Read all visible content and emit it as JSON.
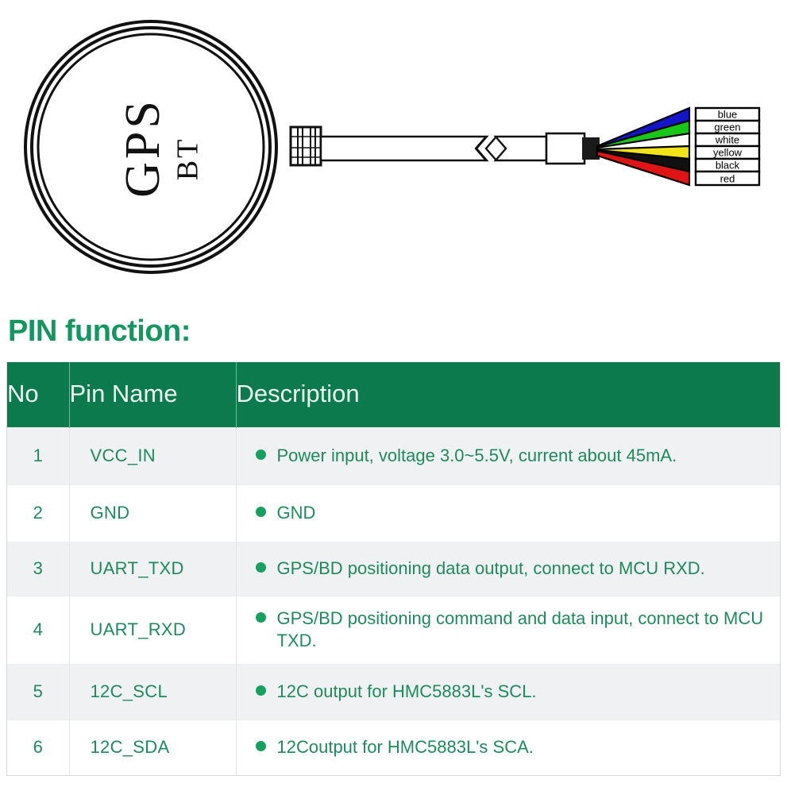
{
  "diagram": {
    "antenna_labels": [
      "GPS",
      "BT"
    ],
    "wires": [
      {
        "label": "blue",
        "color": "#1414c8"
      },
      {
        "label": "green",
        "color": "#18c818"
      },
      {
        "label": "white",
        "color": "#ffffff"
      },
      {
        "label": "yellow",
        "color": "#f2e21a"
      },
      {
        "label": "black",
        "color": "#111111"
      },
      {
        "label": "red",
        "color": "#e01414"
      }
    ]
  },
  "section": {
    "title": "PIN function:"
  },
  "colors": {
    "brand_green": "#0d7a4d",
    "title_green": "#149660",
    "pin_name_green": "#2a9167",
    "bullet_green": "#17a05f",
    "row_stripe": "#f0f1f2"
  },
  "table": {
    "headers": [
      "No",
      "Pin Name",
      "Description"
    ],
    "rows": [
      {
        "no": "1",
        "pin_name": "VCC_IN",
        "description": "Power input, voltage 3.0~5.5V, current about 45mA."
      },
      {
        "no": "2",
        "pin_name": "GND",
        "description": "GND"
      },
      {
        "no": "3",
        "pin_name": "UART_TXD",
        "description": "GPS/BD positioning data output, connect to MCU RXD."
      },
      {
        "no": "4",
        "pin_name": "UART_RXD",
        "description": "GPS/BD positioning command and data input, connect to MCU TXD."
      },
      {
        "no": "5",
        "pin_name": "12C_SCL",
        "description": "12C output for HMC5883L's SCL."
      },
      {
        "no": "6",
        "pin_name": "12C_SDA",
        "description": "12Coutput for HMC5883L's SCA."
      }
    ]
  }
}
